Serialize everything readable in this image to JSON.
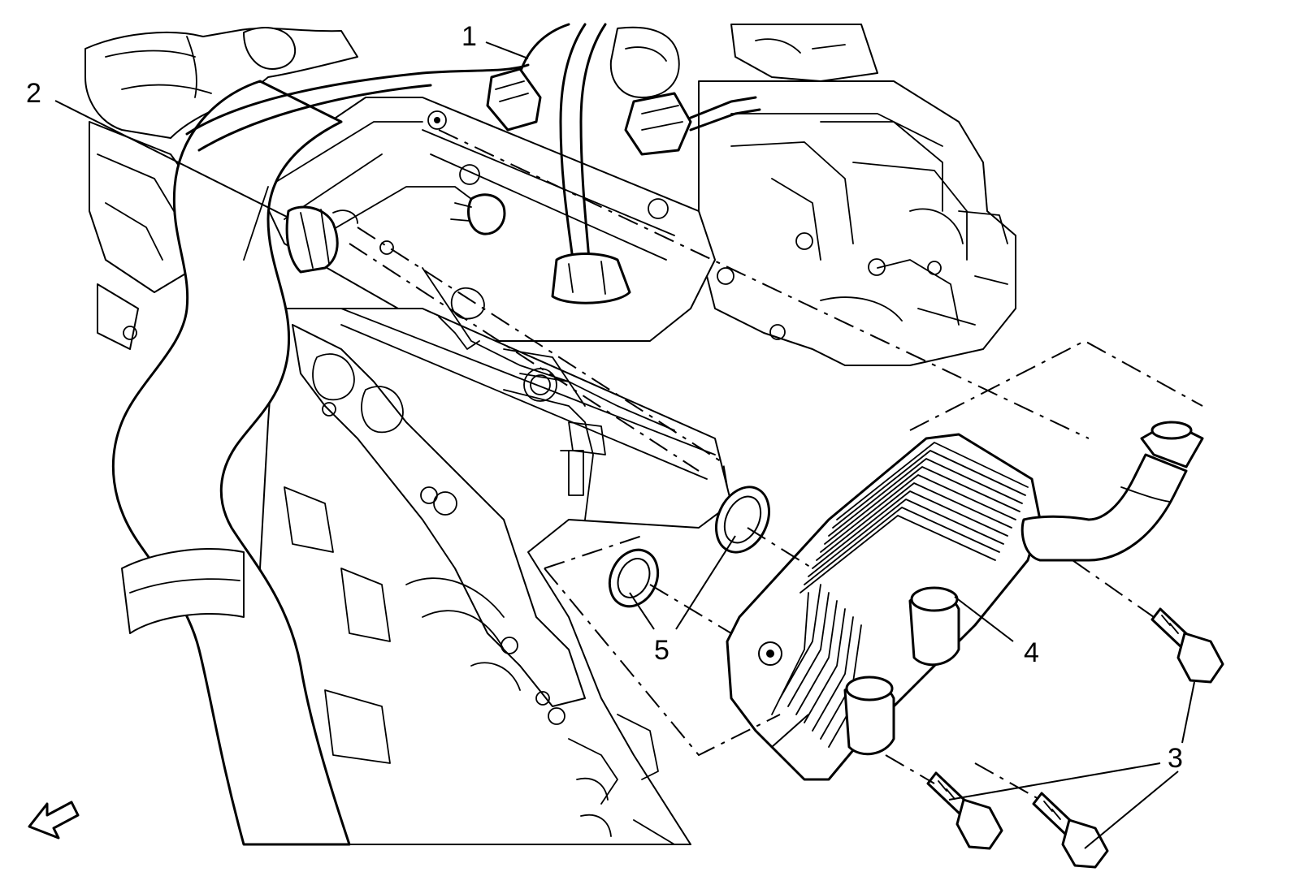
{
  "callouts": {
    "c1": "1",
    "c2": "2",
    "c3": "3",
    "c4": "4",
    "c5": "5"
  },
  "colors": {
    "line": "#000000",
    "background": "#ffffff"
  },
  "icons": {
    "view_direction": "view-direction-arrow-icon"
  }
}
